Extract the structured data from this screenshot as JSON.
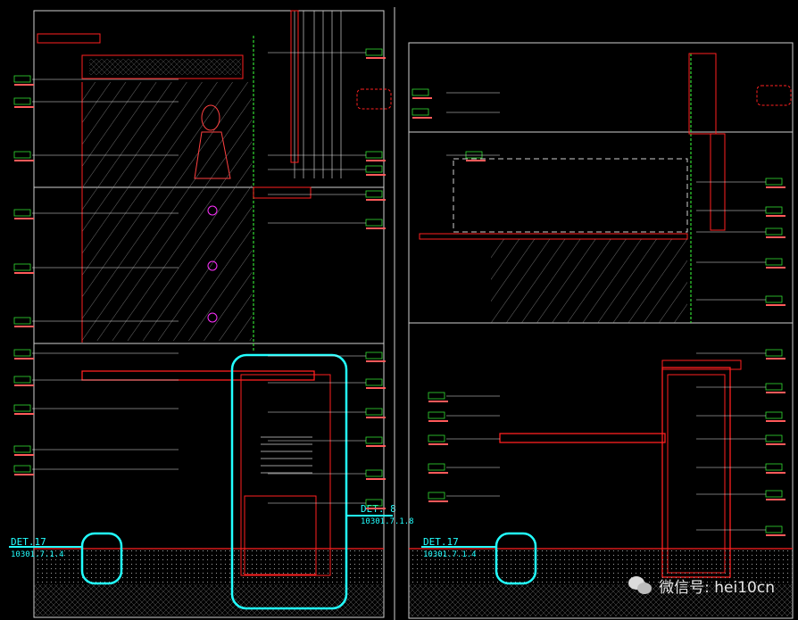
{
  "drawing": {
    "left_sheet": {
      "detail_label": "DET.17",
      "detail_ref": "10301.7.1.4",
      "detail_label_2": "DET. 8",
      "detail_ref_2": "10301.7.1.8"
    },
    "right_sheet": {
      "detail_label": "DET.17",
      "detail_ref": "10301.7.1.4"
    },
    "colors": {
      "background": "#000000",
      "wall": "#ff2020",
      "tag": "#ff5a5a",
      "leader": "#e8e8e8",
      "callout": "#22ffff",
      "green": "#33dd33",
      "magenta": "#ff30ff",
      "hatch": "#bbbbbb"
    }
  },
  "watermark": {
    "icon": "wechat-icon",
    "text": "微信号: hei10cn"
  }
}
